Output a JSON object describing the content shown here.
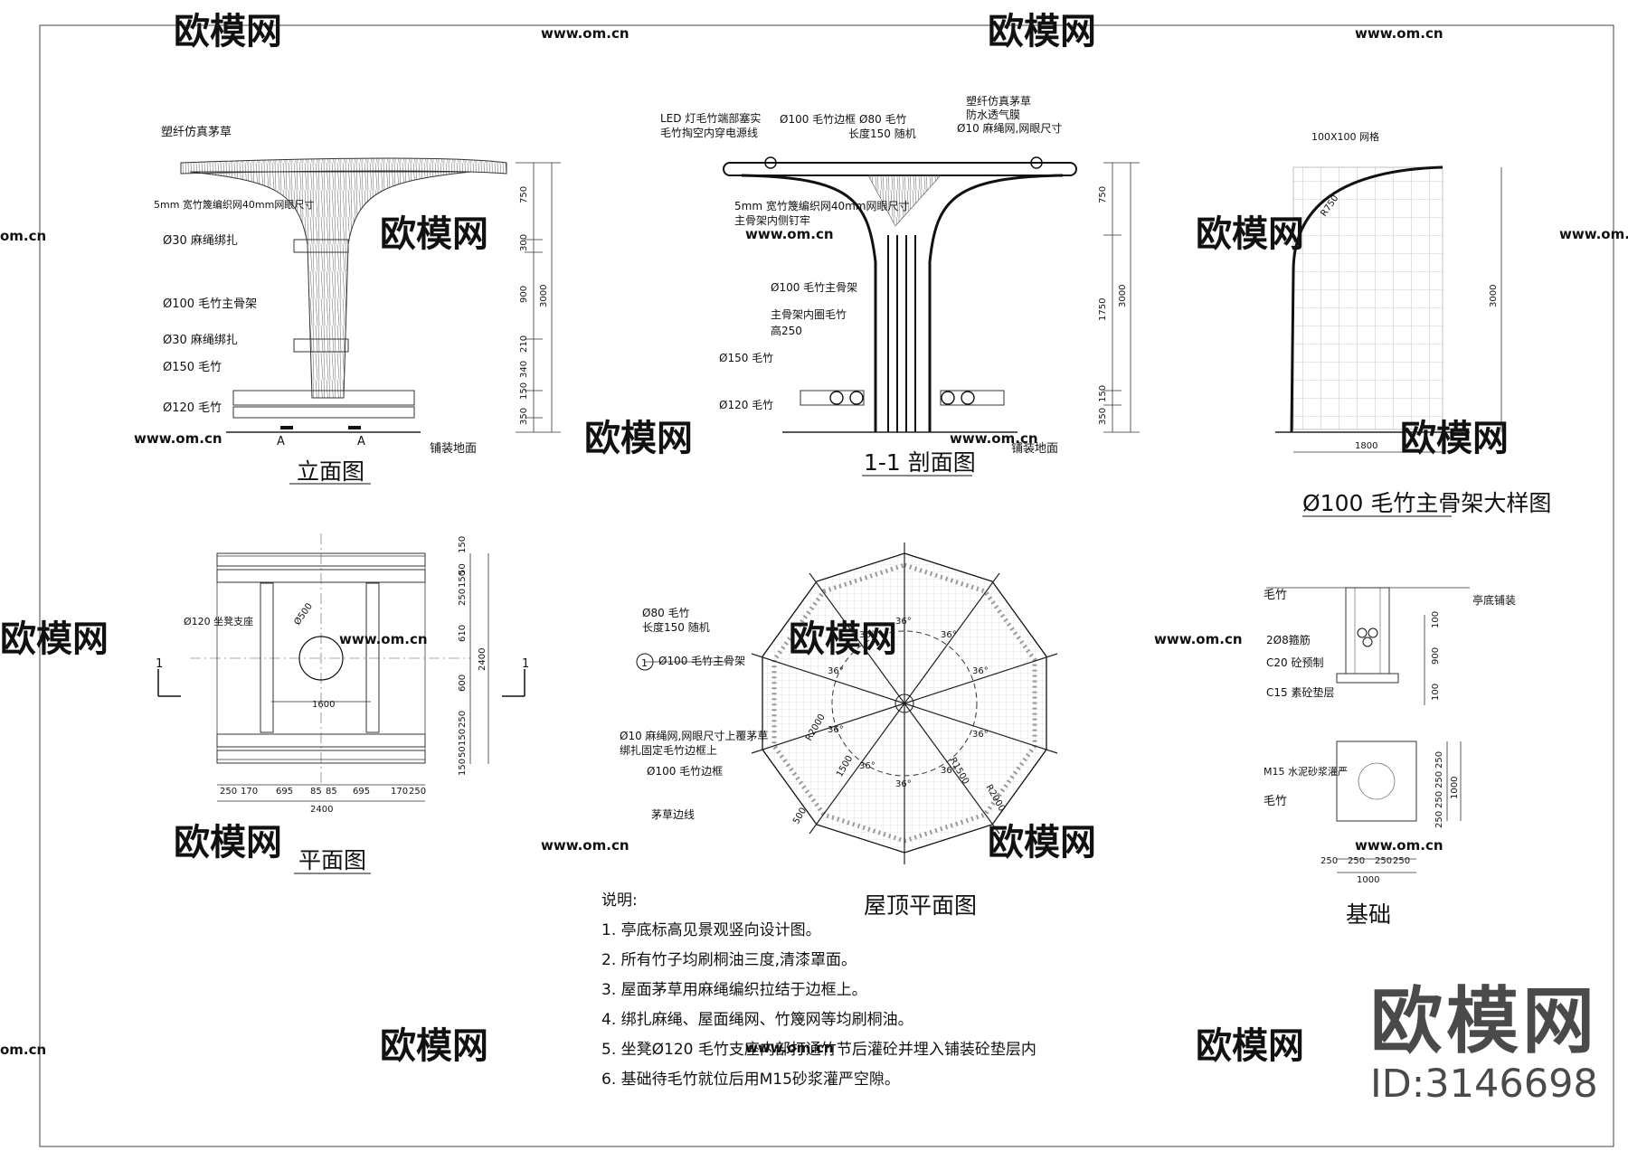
{
  "watermark": {
    "brand": "欧模网",
    "url": "www.om.cn",
    "partial_url": "om.cn",
    "id": "ID:3146698"
  },
  "elevation": {
    "title": "立面图",
    "labels": [
      "塑纤仿真茅草",
      "5mm 宽竹篾编织网40mm网眼尺寸",
      "Ø30 麻绳绑扎",
      "Ø100 毛竹主骨架",
      "Ø30 麻绳绑扎",
      "Ø150 毛竹",
      "Ø120 毛竹"
    ],
    "ground": "铺装地面",
    "section_marks": [
      "A",
      "A"
    ],
    "dims": [
      "750",
      "300",
      "900",
      "210",
      "340",
      "150",
      "350"
    ],
    "total": "3000"
  },
  "section": {
    "title": "1-1 剖面图",
    "labels_top": [
      "LED 灯毛竹端部塞实",
      "毛竹掏空内穿电源线",
      "Ø100 毛竹边框",
      "Ø80 毛竹",
      "长度150 随机",
      "塑纤仿真茅草",
      "防水透气膜",
      "Ø10 麻绳网,网眼尺寸"
    ],
    "labels_left": [
      "5mm 宽竹篾编织网40mm网眼尺寸",
      "主骨架内侧钉牢",
      "Ø100 毛竹主骨架",
      "主骨架内圈毛竹",
      "高250",
      "Ø150 毛竹",
      "Ø120 毛竹"
    ],
    "ground": "铺装地面",
    "dims": [
      "750",
      "1750",
      "150",
      "350"
    ],
    "total": "3000"
  },
  "detail": {
    "title": "Ø100 毛竹主骨架大样图",
    "grid_label": "100X100 网格",
    "radius": "R750",
    "height": "3000",
    "width": "1800"
  },
  "plan": {
    "title": "平面图",
    "seat_label": "Ø120 坐凳支座",
    "diameter": "Ø500",
    "inner_width": "1600",
    "side_dims": [
      "150",
      "50",
      "150",
      "250",
      "610",
      "600",
      "250",
      "150",
      "50",
      "150"
    ],
    "side_total": "2400",
    "bottom_dims": [
      "250",
      "170",
      "695",
      "85",
      "85",
      "695",
      "170",
      "250"
    ],
    "bottom_total": "2400",
    "section_mark": "1"
  },
  "roof": {
    "title": "屋顶平面图",
    "labels": [
      "Ø80 毛竹",
      "长度150 随机",
      "Ø100 毛竹主骨架",
      "Ø10 麻绳网,网眼尺寸上覆茅草",
      "绑扎固定毛竹边框上",
      "Ø100 毛竹边框",
      "茅草边线"
    ],
    "angle": "36°",
    "radii": [
      "R2000",
      "1500",
      "R1500",
      "R2000",
      "500"
    ],
    "section_mark": "1"
  },
  "foundation": {
    "title": "基础",
    "labels": [
      "毛竹",
      "2Ø8箍筋",
      "C20 砼预制",
      "C15 素砼垫层",
      "亭底铺装",
      "M15 水泥砂浆灌严",
      "毛竹"
    ],
    "dims_v": [
      "100",
      "900",
      "100"
    ],
    "plan_dims_v": [
      "250",
      "250",
      "250",
      "250"
    ],
    "plan_total_v": "1000",
    "plan_dims_h": [
      "250",
      "250",
      "250",
      "250"
    ],
    "plan_total_h": "1000"
  },
  "notes": {
    "heading": "说明:",
    "items": [
      "1. 亭底标高见景观竖向设计图。",
      "2. 所有竹子均刷桐油三度,清漆罩面。",
      "3. 屋面茅草用麻绳编织拉结于边框上。",
      "4. 绑扎麻绳、屋面绳网、竹篾网等均刷桐油。",
      "5. 坐凳Ø120 毛竹支座内部打通竹节后灌砼并埋入铺装砼垫层内",
      "6. 基础待毛竹就位后用M15砂浆灌严空隙。"
    ]
  }
}
